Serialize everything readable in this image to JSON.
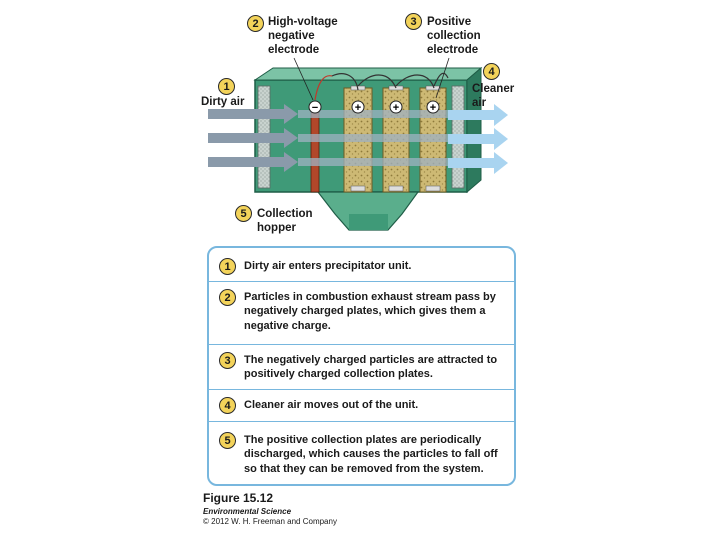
{
  "callouts": [
    {
      "number": "1",
      "text": "Dirty air"
    },
    {
      "number": "2",
      "text": "High-voltage\nnegative\nelectrode"
    },
    {
      "number": "3",
      "text": "Positive\ncollection\nelectrode"
    },
    {
      "number": "4",
      "text": "Cleaner\nair"
    },
    {
      "number": "5",
      "text": "Collection\nhopper"
    }
  ],
  "charges": {
    "negative": "−",
    "positive": "+"
  },
  "steps": [
    {
      "number": "1",
      "text": "Dirty air enters precipitator unit."
    },
    {
      "number": "2",
      "text": "Particles in combustion exhaust stream pass by negatively charged plates, which gives them a negative charge."
    },
    {
      "number": "3",
      "text": "The negatively charged particles are attracted to positively charged collection plates."
    },
    {
      "number": "4",
      "text": "Cleaner air moves out of the unit."
    },
    {
      "number": "5",
      "text": "The positive collection plates are periodically discharged, which causes the particles to fall off so that they can be removed from the system."
    }
  ],
  "caption": {
    "figure": "Figure 15.12",
    "book": "Environmental Science",
    "copyright": "© 2012 W. H. Freeman and Company"
  },
  "colors": {
    "housing": "#2f8a6a",
    "housing_light": "#6fb79a",
    "badge": "#f3d35a",
    "box_border": "#78b7de",
    "dirty_arrow": "#8a9aaa",
    "clean_arrow": "#a9d4f0",
    "negative_electrode": "#b1472a",
    "positive_plate": "#c8b26a"
  }
}
